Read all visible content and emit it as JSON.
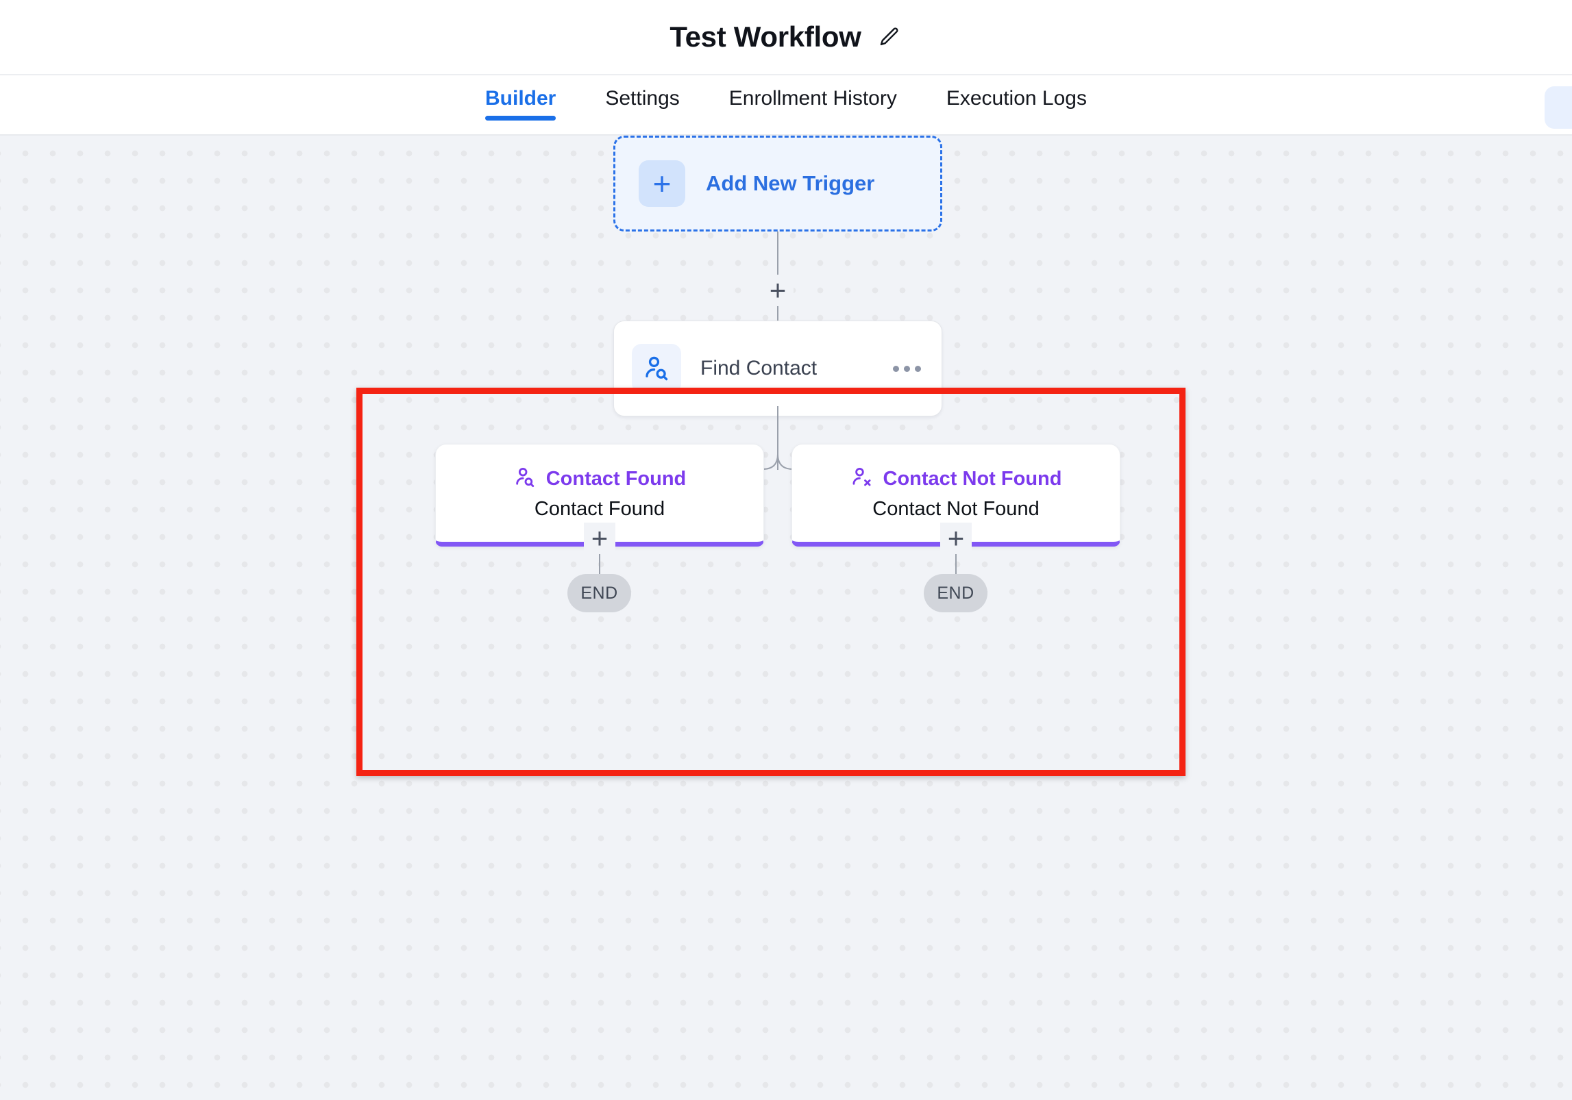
{
  "header": {
    "title": "Test Workflow",
    "edit_icon": "pencil-icon"
  },
  "tabs": [
    {
      "label": "Builder",
      "active": true
    },
    {
      "label": "Settings",
      "active": false
    },
    {
      "label": "Enrollment History",
      "active": false
    },
    {
      "label": "Execution Logs",
      "active": false
    }
  ],
  "canvas": {
    "trigger": {
      "label": "Add New Trigger",
      "icon": "plus-icon"
    },
    "action_node": {
      "label": "Find Contact",
      "icon": "person-search-icon",
      "menu_icon": "more-options-icon"
    },
    "branches": [
      {
        "title": "Contact Found",
        "subtitle": "Contact Found",
        "icon": "person-search-icon",
        "end_label": "END"
      },
      {
        "title": "Contact Not Found",
        "subtitle": "Contact Not Found",
        "icon": "person-x-icon",
        "end_label": "END"
      }
    ],
    "add_step_icon": "plus-icon"
  },
  "colors": {
    "accent_blue": "#1a6fe8",
    "branch_purple": "#8257f5",
    "highlight_red": "#f42313",
    "canvas_bg": "#f1f3f7",
    "end_pill": "#d2d5db"
  }
}
